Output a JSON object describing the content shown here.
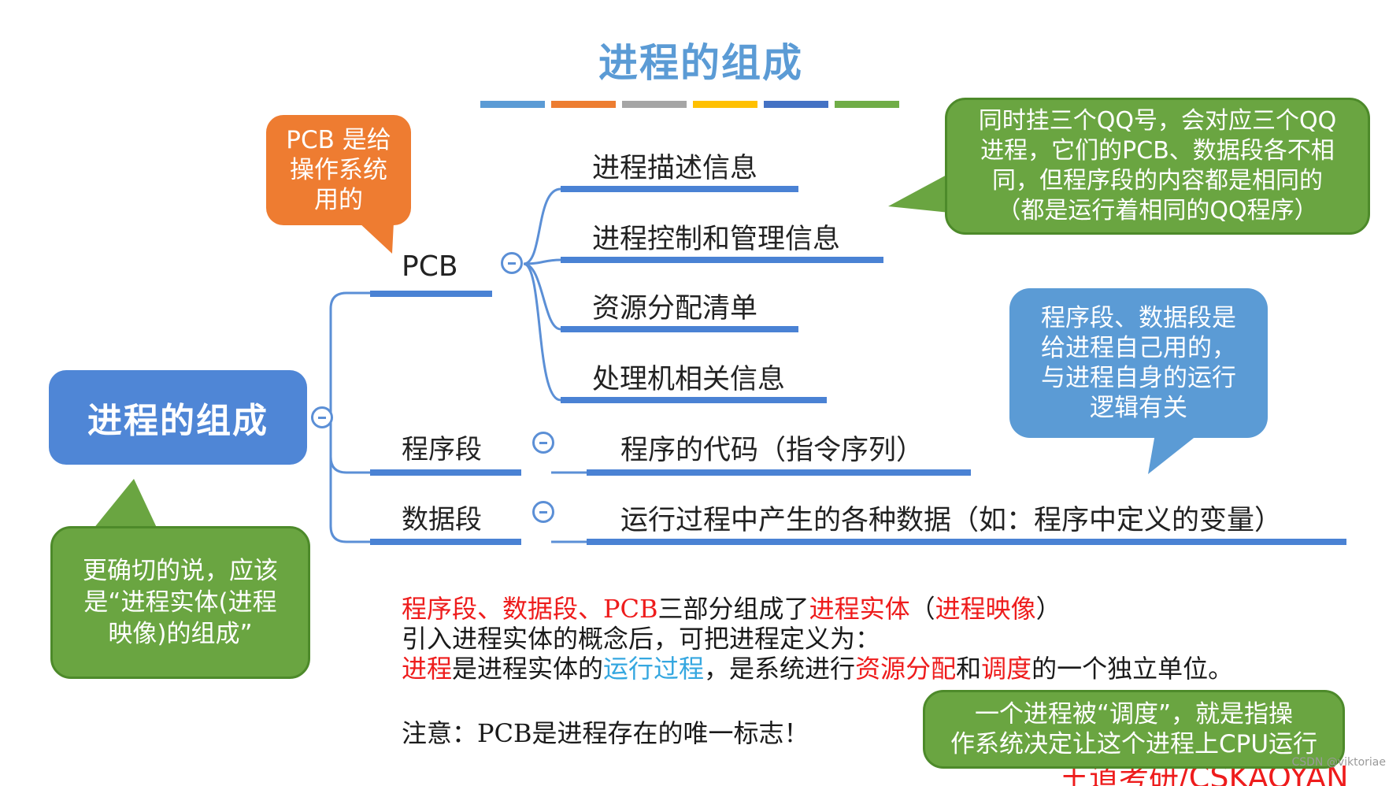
{
  "title": "进程的组成",
  "stripe_colors": [
    "#5b9bd5",
    "#ed7d31",
    "#a5a5a5",
    "#ffc000",
    "#4472c4",
    "#70ad47"
  ],
  "root": {
    "label": "进程的组成"
  },
  "branches": {
    "pcb": {
      "label": "PCB",
      "children": [
        "进程描述信息",
        "进程控制和管理信息",
        "资源分配清单",
        "处理机相关信息"
      ]
    },
    "program": {
      "label": "程序段",
      "child": "程序的代码（指令序列）"
    },
    "data": {
      "label": "数据段",
      "child": "运行过程中产生的各种数据（如：程序中定义的变量）"
    }
  },
  "callouts": {
    "pcb_note": [
      "PCB 是给",
      "操作系统",
      "用的"
    ],
    "qq_note": [
      "同时挂三个QQ号，会对应三个QQ",
      "进程，它们的PCB、数据段各不相",
      "同，但程序段的内容都是相同的",
      "（都是运行着相同的QQ程序）"
    ],
    "segment_note": [
      "程序段、数据段是",
      "给进程自己用的，",
      "与进程自身的运行",
      "逻辑有关"
    ],
    "entity_note": [
      "更确切的说，应该",
      "是“进程实体(进程",
      "映像)的组成”"
    ],
    "schedule_note": [
      "一个进程被“调度”，就是指操",
      "作系统决定让这个进程上CPU运行"
    ]
  },
  "body": {
    "line1": {
      "a": "程序段、数据段、PCB",
      "b": "三部分组成了",
      "c": "进程实体",
      "d": "（",
      "e": "进程映像",
      "f": "）"
    },
    "line2": "引入进程实体的概念后，可把进程定义为：",
    "line3": {
      "a": "进程",
      "b": "是进程实体的",
      "c": "运行过程",
      "d": "，是系统进行",
      "e": "资源分配",
      "f": "和",
      "g": "调度",
      "h": "的一个独立单位。"
    },
    "line4": "注意：PCB是进程存在的唯一标志！"
  },
  "footer": "王道考研/CSKAOYAN.COM",
  "watermark": "CSDN @viktoriae",
  "colors": {
    "accent_blue": "#4f86d6",
    "title_blue": "#5b9bd5",
    "orange": "#ee7c31",
    "green": "#6aa541",
    "red": "#ee1c1c",
    "cyan": "#35a7e0"
  }
}
